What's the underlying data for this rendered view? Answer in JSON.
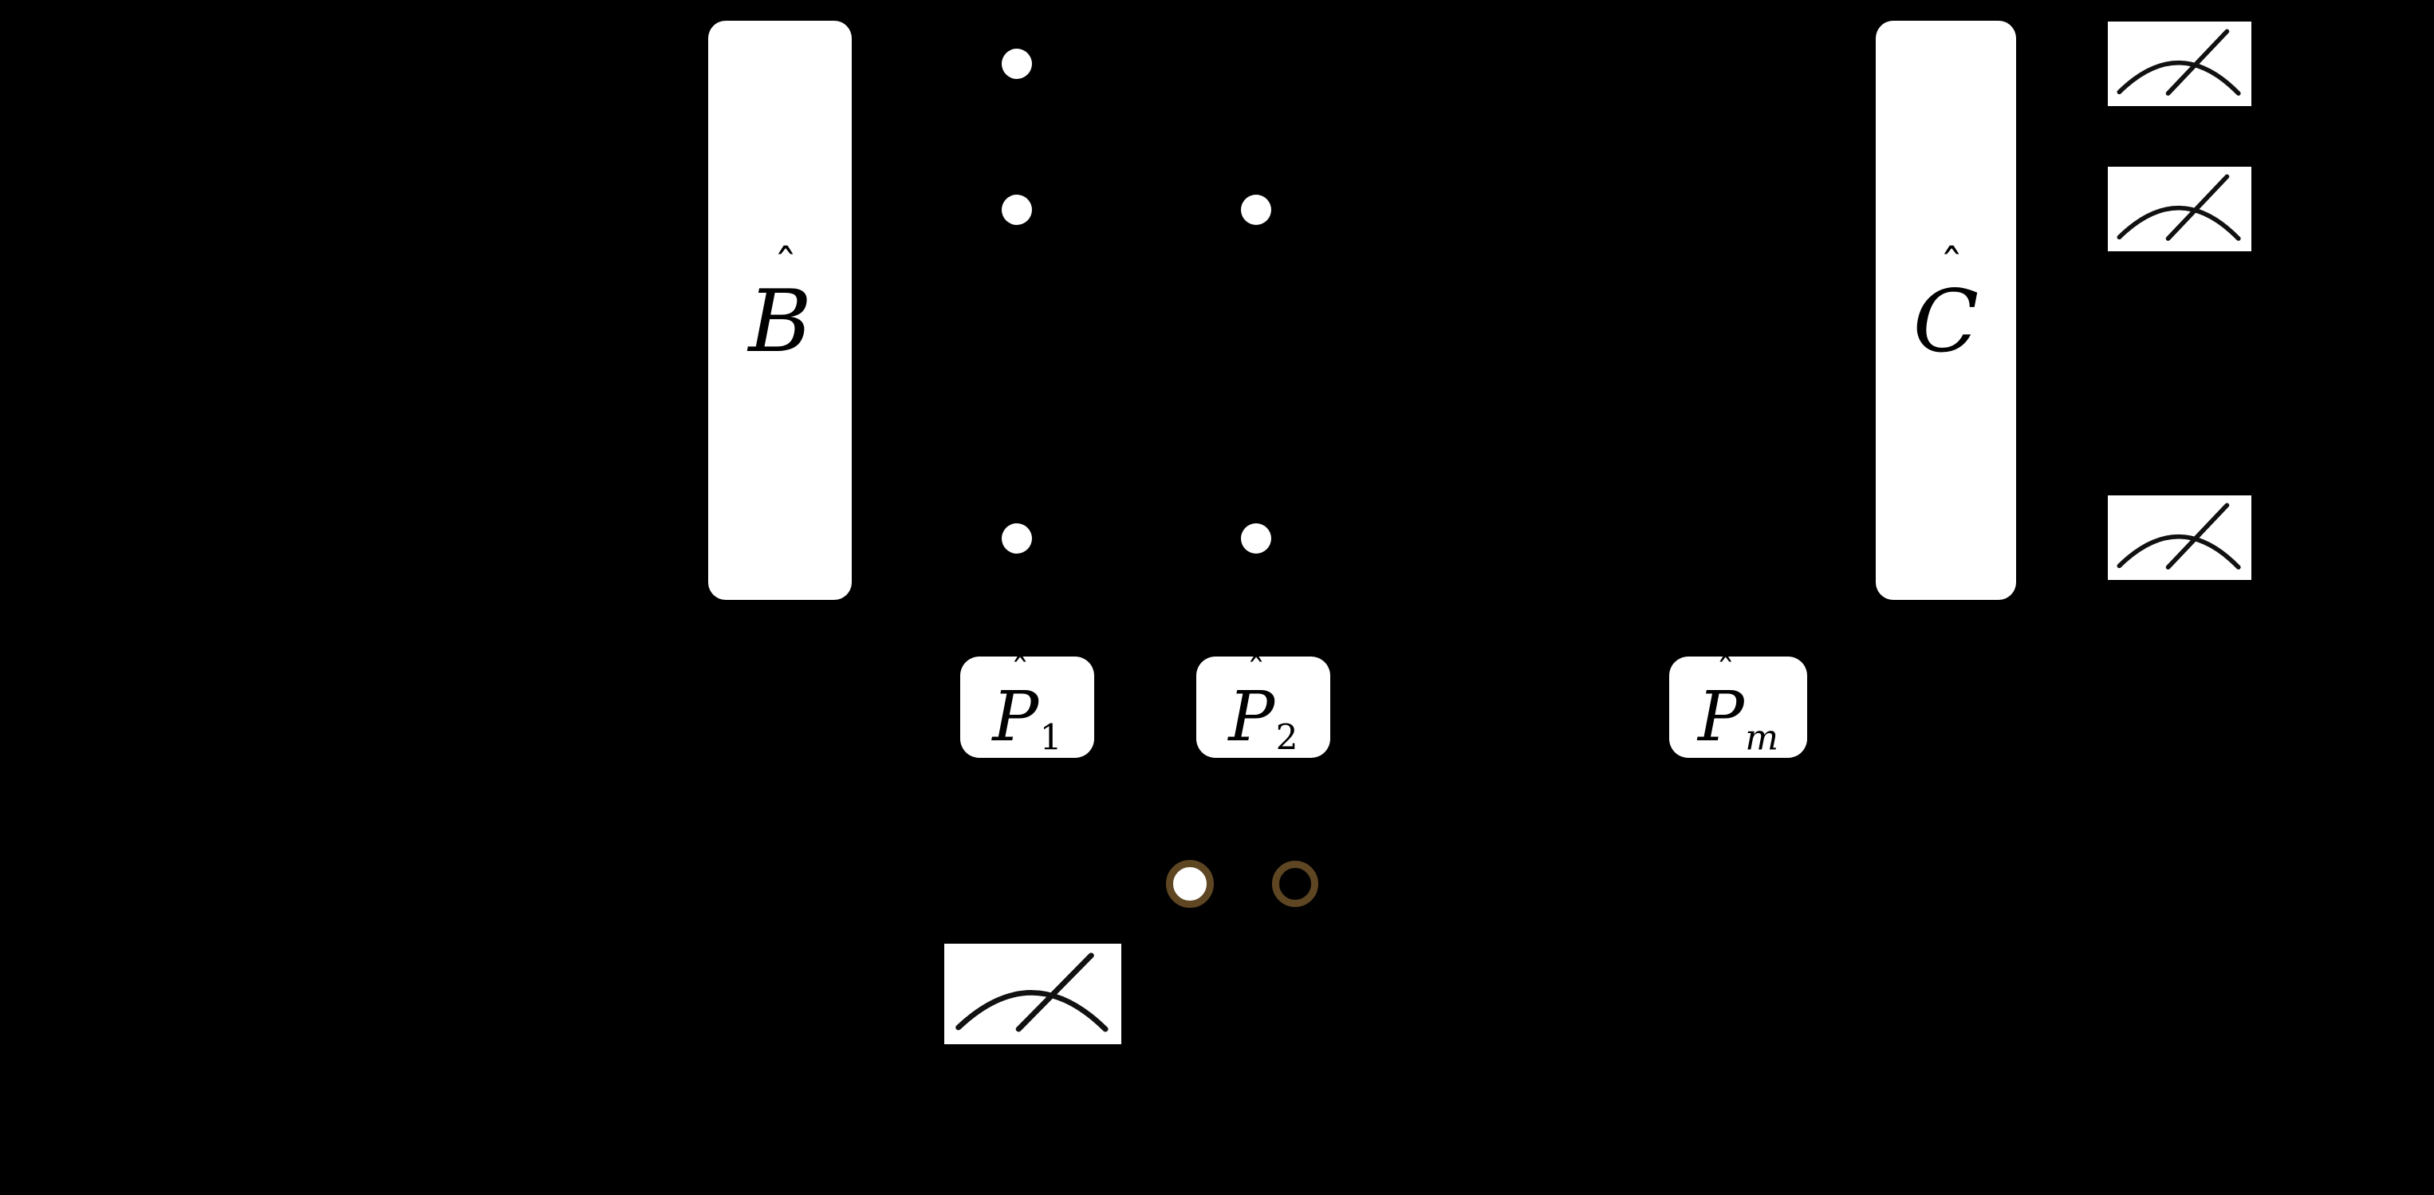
{
  "diagram": {
    "type": "quantum-optics-interferometer-figure",
    "background_color": "#000000",
    "panel_fill_color": "#ffffff",
    "glyph_color": "#000000",
    "dot_color": "#ffffff",
    "ring_color": "#5e4623",
    "labels": {
      "B": {
        "letter": "B",
        "hat": "ˆ",
        "display": "B̂"
      },
      "C": {
        "letter": "C",
        "hat": "ˆ",
        "display": "Ĉ"
      },
      "P1": {
        "letter": "P",
        "hat": "ˆ",
        "sub": "1",
        "display": "P̂₁"
      },
      "P2": {
        "letter": "P",
        "hat": "ˆ",
        "sub": "2",
        "display": "P̂₂"
      },
      "Pm": {
        "letter": "P",
        "hat": "ˆ",
        "sub": "m",
        "display": "P̂ₘ"
      }
    },
    "icons": {
      "detector": "analog-meter-icon"
    },
    "counts": {
      "right_detectors": 3,
      "bottom_detectors": 1,
      "ellipsis_dots": 5,
      "state_circles": 2
    },
    "state_circles": [
      {
        "type": "filled",
        "ring": "#5e4623",
        "fill": "#ffffff"
      },
      {
        "type": "empty",
        "ring": "#5e4623",
        "fill": "none"
      }
    ]
  }
}
